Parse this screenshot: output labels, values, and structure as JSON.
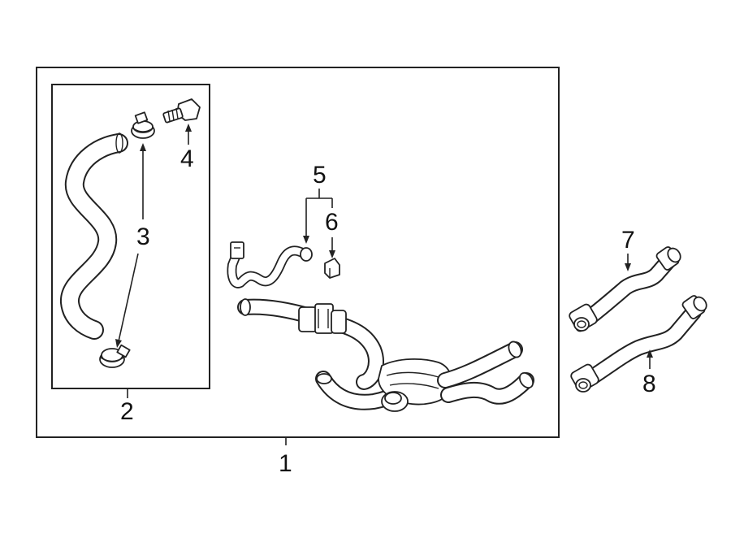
{
  "callouts": {
    "c1": "1",
    "c2": "2",
    "c3": "3",
    "c4": "4",
    "c5": "5",
    "c6": "6",
    "c7": "7",
    "c8": "8"
  },
  "colors": {
    "line": "#222222",
    "background": "#ffffff"
  }
}
